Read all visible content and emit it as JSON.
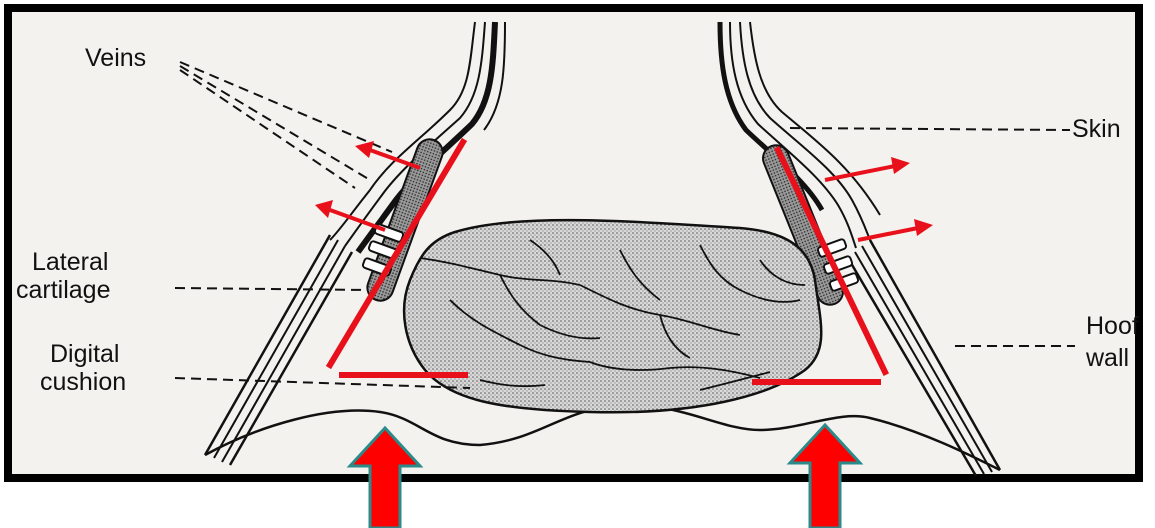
{
  "labels": {
    "veins": "Veins",
    "skin": "Skin",
    "lateral_cartilage_line1": "Lateral",
    "lateral_cartilage_line2": "cartilage",
    "digital_cushion_line1": "Digital",
    "digital_cushion_line2": "cushion",
    "hoof_wall_line1": "Hoof",
    "hoof_wall_line2": "wall"
  },
  "colors": {
    "frame_border": "#000000",
    "background": "#f4f2ef",
    "ink": "#111111",
    "cushion_fill": "#c9c9c9",
    "force_marks": "#e8101a",
    "ground_arrow_fill": "#ff0000",
    "ground_arrow_outline": "#2b8a8a"
  }
}
